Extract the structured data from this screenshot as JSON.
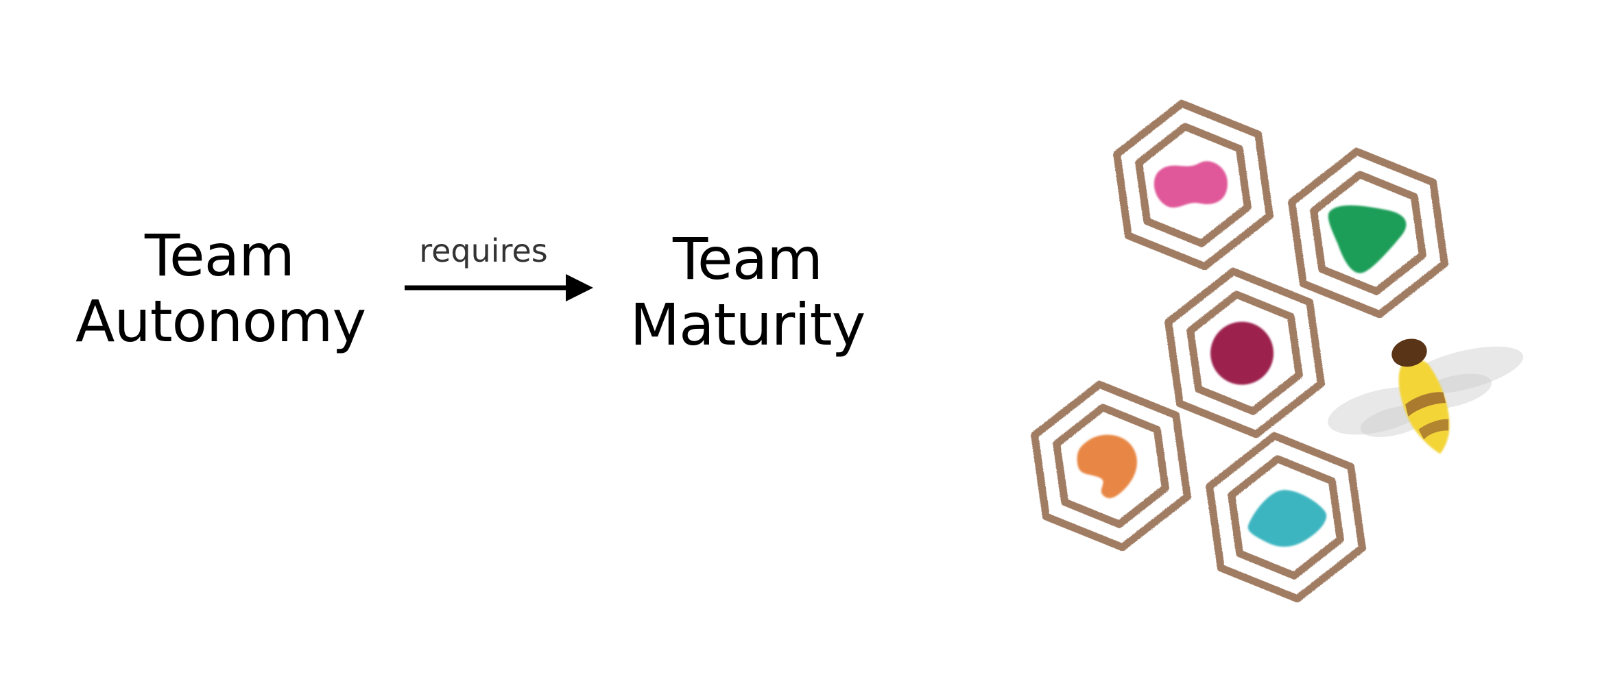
{
  "diagram": {
    "left_concept": {
      "line1": "Team",
      "line2": "Autonomy"
    },
    "relation": {
      "label": "requires"
    },
    "right_concept": {
      "line1": "Team",
      "line2": "Maturity"
    }
  },
  "colors": {
    "text": "#000000",
    "relation_text": "#333333",
    "hexagon_outline": "#a07c63",
    "cell_pink": "#e0589a",
    "cell_green": "#1e9e58",
    "cell_crimson": "#9c224e",
    "cell_orange": "#e88744",
    "cell_teal": "#3db5c0",
    "bee_body": "#f3d538",
    "bee_stripe": "#9c6a2d",
    "bee_head": "#5a3416",
    "bee_wing": "#d9d9d9"
  },
  "icons": [
    "honeycomb-illustration",
    "bee-icon"
  ]
}
